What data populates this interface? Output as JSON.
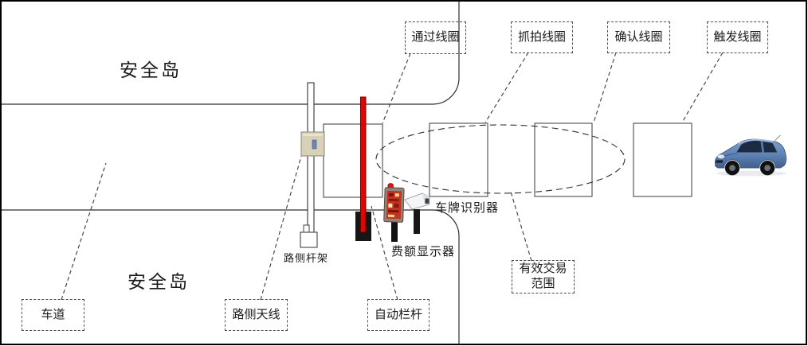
{
  "diagram": {
    "islands": {
      "top": "安全岛",
      "bottom": "安全岛"
    },
    "coil_callouts": [
      {
        "label": "通过线圈"
      },
      {
        "label": "抓拍线圈"
      },
      {
        "label": "确认线圈"
      },
      {
        "label": "触发线圈"
      }
    ],
    "bottom_callouts": [
      {
        "label": "车道"
      },
      {
        "label": "路侧天线"
      },
      {
        "label": "自动栏杆"
      }
    ],
    "range_callout": {
      "line1": "有效交易",
      "line2": "范围"
    },
    "device_labels": {
      "pole_frame": "路侧杆架",
      "fee_display": "费额显示器",
      "plate_recognizer": "车牌识别器"
    },
    "colors": {
      "line": "#2e2e2e",
      "barrier_red": "#e00505",
      "fee_display_red": "#c23422",
      "antenna_beige": "#d9d0b8",
      "car_blue": "#5c82b5"
    }
  }
}
